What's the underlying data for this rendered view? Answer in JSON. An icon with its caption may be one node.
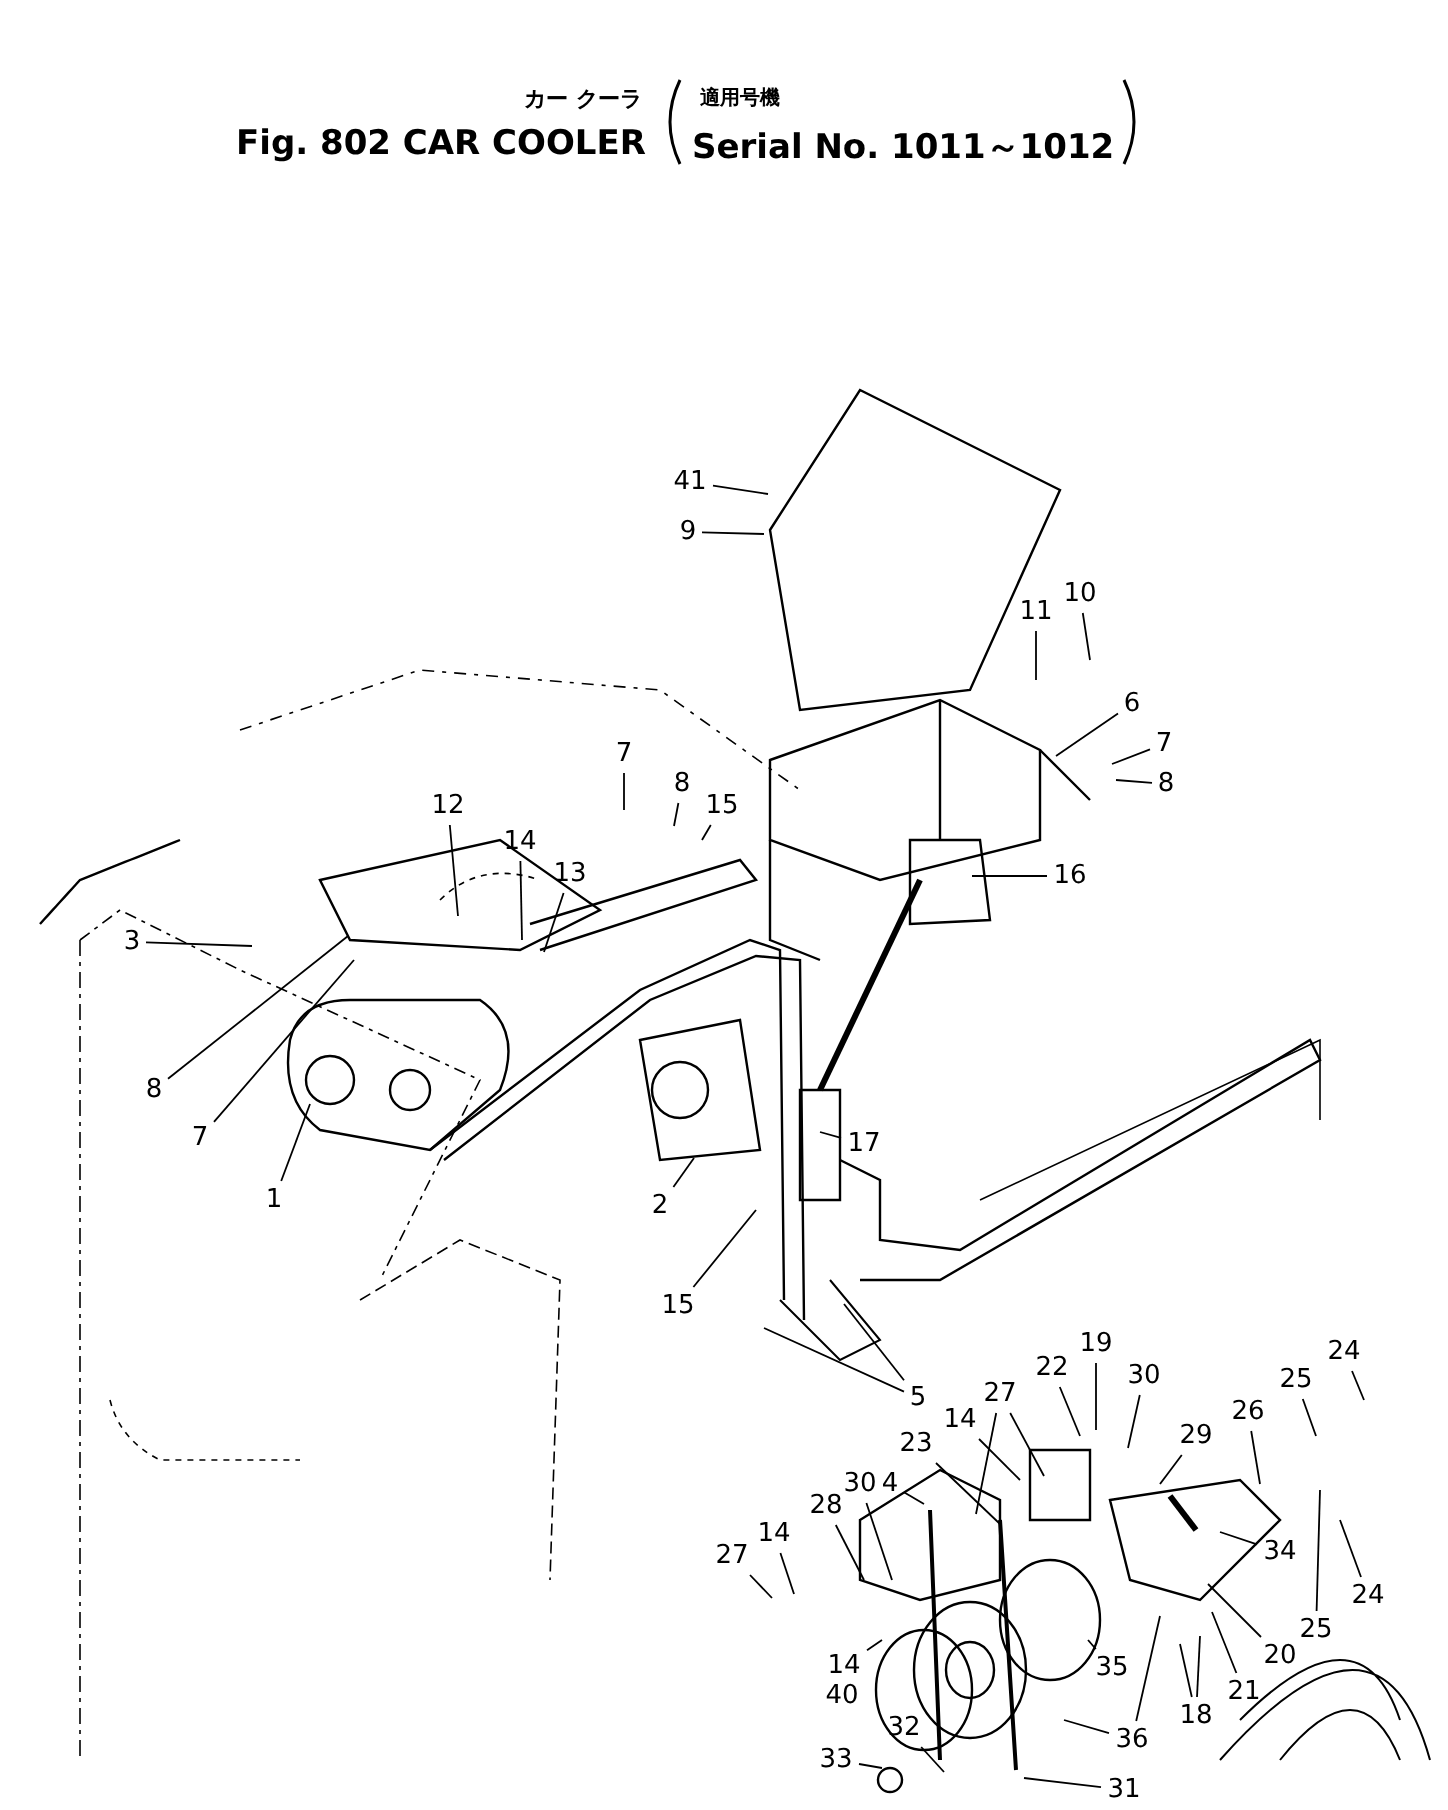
{
  "diagram": {
    "title": "Fig. 802 CAR COOLER",
    "labels": [
      "カー クーラ",
      "適用号機",
      "Serial No. 1011～1012"
    ],
    "nodes": [
      {
        "text": [
          "41"
        ]
      },
      {
        "text": [
          "9"
        ]
      },
      {
        "text": [
          "11"
        ]
      },
      {
        "text": [
          "10"
        ]
      },
      {
        "text": [
          "6"
        ]
      },
      {
        "text": [
          "7"
        ]
      },
      {
        "text": [
          "8"
        ]
      },
      {
        "text": [
          "16"
        ]
      },
      {
        "text": [
          "7"
        ]
      },
      {
        "text": [
          "8"
        ]
      },
      {
        "text": [
          "15"
        ]
      },
      {
        "text": [
          "12"
        ]
      },
      {
        "text": [
          "14"
        ]
      },
      {
        "text": [
          "13"
        ]
      },
      {
        "text": [
          "3"
        ]
      },
      {
        "text": [
          "8"
        ]
      },
      {
        "text": [
          "7"
        ]
      },
      {
        "text": [
          "1"
        ]
      },
      {
        "text": [
          "2"
        ]
      },
      {
        "text": [
          "17"
        ]
      },
      {
        "text": [
          "15"
        ]
      },
      {
        "text": [
          "5"
        ]
      },
      {
        "text": [
          "19"
        ]
      },
      {
        "text": [
          "24"
        ]
      },
      {
        "text": [
          "22"
        ]
      },
      {
        "text": [
          "30"
        ]
      },
      {
        "text": [
          "25"
        ]
      },
      {
        "text": [
          "27"
        ]
      },
      {
        "text": [
          "26"
        ]
      },
      {
        "text": [
          "14"
        ]
      },
      {
        "text": [
          "29"
        ]
      },
      {
        "text": [
          "23"
        ]
      },
      {
        "text": [
          "4"
        ]
      },
      {
        "text": [
          "30"
        ]
      },
      {
        "text": [
          "28"
        ]
      },
      {
        "text": [
          "14"
        ]
      },
      {
        "text": [
          "27"
        ]
      },
      {
        "text": [
          "34"
        ]
      },
      {
        "text": [
          "24"
        ]
      },
      {
        "text": [
          "25"
        ]
      },
      {
        "text": [
          "14"
        ]
      },
      {
        "text": [
          "20"
        ]
      },
      {
        "text": [
          "35"
        ]
      },
      {
        "text": [
          "21"
        ]
      },
      {
        "text": [
          "40"
        ]
      },
      {
        "text": [
          "18"
        ]
      },
      {
        "text": [
          "36"
        ]
      },
      {
        "text": [
          "32"
        ]
      },
      {
        "text": [
          "33"
        ]
      },
      {
        "text": [
          "31"
        ]
      }
    ],
    "edges": [
      {
        "from": 0,
        "to": null,
        "arrow": "none"
      },
      {
        "from": 1,
        "to": null,
        "arrow": "none"
      },
      {
        "from": 2,
        "to": null,
        "arrow": "none"
      },
      {
        "from": 3,
        "to": null,
        "arrow": "none"
      },
      {
        "from": 4,
        "to": null,
        "arrow": "none"
      },
      {
        "from": 5,
        "to": null,
        "arrow": "none"
      },
      {
        "from": 6,
        "to": null,
        "arrow": "none"
      },
      {
        "from": 7,
        "to": null,
        "arrow": "none"
      },
      {
        "from": 8,
        "to": null,
        "arrow": "none"
      },
      {
        "from": 9,
        "to": null,
        "arrow": "none"
      },
      {
        "from": 10,
        "to": null,
        "arrow": "none"
      },
      {
        "from": 11,
        "to": null,
        "arrow": "none"
      },
      {
        "from": 12,
        "to": null,
        "arrow": "none"
      },
      {
        "from": 13,
        "to": null,
        "arrow": "none"
      },
      {
        "from": 14,
        "to": null,
        "arrow": "none"
      },
      {
        "from": 15,
        "to": null,
        "arrow": "none"
      },
      {
        "from": 16,
        "to": null,
        "arrow": "none"
      },
      {
        "from": 17,
        "to": null,
        "arrow": "none"
      },
      {
        "from": 18,
        "to": null,
        "arrow": "none"
      },
      {
        "from": 19,
        "to": null,
        "arrow": "none"
      },
      {
        "from": 20,
        "to": null,
        "arrow": "none"
      },
      {
        "from": 21,
        "to": null,
        "arrow": "none"
      },
      {
        "from": 21,
        "to": null,
        "arrow": "none"
      },
      {
        "from": 22,
        "to": null,
        "arrow": "none"
      },
      {
        "from": 23,
        "to": null,
        "arrow": "none"
      },
      {
        "from": 24,
        "to": null,
        "arrow": "none"
      },
      {
        "from": 25,
        "to": null,
        "arrow": "none"
      },
      {
        "from": 26,
        "to": null,
        "arrow": "none"
      },
      {
        "from": 27,
        "to": null,
        "arrow": "none"
      },
      {
        "from": 27,
        "to": null,
        "arrow": "none"
      },
      {
        "from": 28,
        "to": null,
        "arrow": "none"
      },
      {
        "from": 29,
        "to": null,
        "arrow": "none"
      },
      {
        "from": 30,
        "to": null,
        "arrow": "none"
      },
      {
        "from": 31,
        "to": null,
        "arrow": "none"
      },
      {
        "from": 32,
        "to": null,
        "arrow": "none"
      },
      {
        "from": 33,
        "to": null,
        "arrow": "none"
      },
      {
        "from": 34,
        "to": null,
        "arrow": "none"
      },
      {
        "from": 35,
        "to": null,
        "arrow": "none"
      },
      {
        "from": 36,
        "to": null,
        "arrow": "none"
      },
      {
        "from": 37,
        "to": null,
        "arrow": "none"
      },
      {
        "from": 38,
        "to": null,
        "arrow": "none"
      },
      {
        "from": 39,
        "to": null,
        "arrow": "none"
      },
      {
        "from": 40,
        "to": null,
        "arrow": "none"
      },
      {
        "from": 41,
        "to": null,
        "arrow": "none"
      },
      {
        "from": 42,
        "to": null,
        "arrow": "none"
      },
      {
        "from": 43,
        "to": null,
        "arrow": "none"
      },
      {
        "from": 45,
        "to": null,
        "arrow": "none"
      },
      {
        "from": 45,
        "to": null,
        "arrow": "none"
      },
      {
        "from": 46,
        "to": null,
        "arrow": "none"
      },
      {
        "from": 46,
        "to": null,
        "arrow": "none"
      },
      {
        "from": 47,
        "to": null,
        "arrow": "none"
      },
      {
        "from": 48,
        "to": null,
        "arrow": "none"
      },
      {
        "from": 49,
        "to": null,
        "arrow": "none"
      }
    ]
  }
}
